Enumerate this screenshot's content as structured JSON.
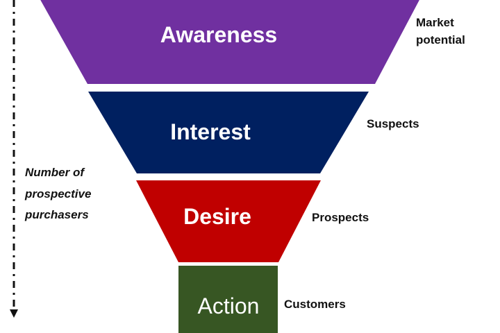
{
  "diagram": {
    "stages": [
      {
        "label": "Awareness",
        "annotation": "Market potential",
        "color": "#7030a0"
      },
      {
        "label": "Interest",
        "annotation": "Suspects",
        "color": "#002060"
      },
      {
        "label": "Desire",
        "annotation": "Prospects",
        "color": "#c00000"
      },
      {
        "label": "Action",
        "annotation": "Customers",
        "color": "#375623"
      }
    ],
    "axis": {
      "label_lines": [
        "Number of",
        "prospective",
        "purchasers"
      ],
      "arrow_icon": "dash-dot-down-arrow-icon"
    }
  }
}
